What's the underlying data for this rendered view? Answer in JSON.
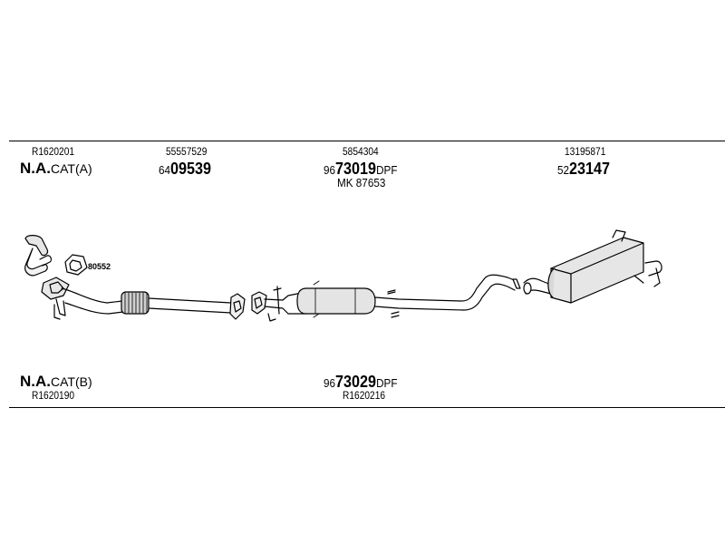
{
  "top_row": {
    "variant_a": {
      "ref": "R1620201",
      "prefix": "N.A.",
      "suffix": "CAT(A)"
    },
    "front_pipe": {
      "number": "55557529",
      "prefix": "64",
      "bold": "09539",
      "suffix": ""
    },
    "dpf_a": {
      "number": "5854304",
      "prefix": "96",
      "bold": "73019",
      "suffix": "DPF",
      "mk": "MK  87653"
    },
    "rear_silencer": {
      "number": "13195871",
      "prefix": "52",
      "bold": "23147",
      "suffix": ""
    }
  },
  "bottom_row": {
    "variant_b": {
      "prefix": "N.A.",
      "suffix": "CAT(B)",
      "ref": "R1620190"
    },
    "dpf_b": {
      "prefix": "96",
      "bold": "73029",
      "suffix": "DPF",
      "ref": "R1620216"
    }
  },
  "callouts": {
    "gasket": "80552"
  }
}
